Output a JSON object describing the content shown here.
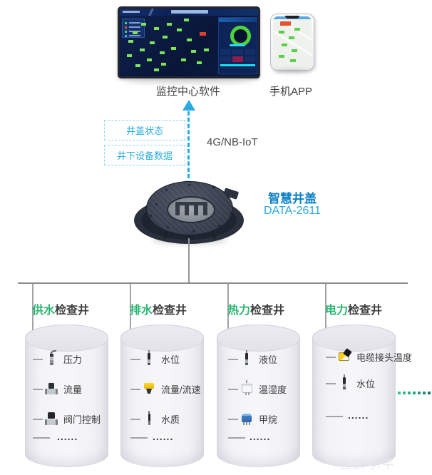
{
  "top": {
    "monitor_label": "监控中心软件",
    "phone_label": "手机APP"
  },
  "uplink": {
    "messages": [
      "井盖状态",
      "井下设备数据"
    ],
    "network": "4G/NB-IoT"
  },
  "device": {
    "name": "智慧井盖",
    "model": "DATA-2611"
  },
  "wells": [
    {
      "type": "供水",
      "suffix": "检查井",
      "sensors": [
        {
          "icon": "pressure-sensor-icon",
          "label": "压力"
        },
        {
          "icon": "flow-meter-icon",
          "label": "流量"
        },
        {
          "icon": "valve-control-icon",
          "label": "阀门控制"
        }
      ],
      "more": "......"
    },
    {
      "type": "排水",
      "suffix": "检查井",
      "sensors": [
        {
          "icon": "level-probe-icon",
          "label": "水位"
        },
        {
          "icon": "flow-velocity-icon",
          "label": "流量/流速"
        },
        {
          "icon": "quality-probe-icon",
          "label": "水质"
        }
      ],
      "more": "......"
    },
    {
      "type": "热力",
      "suffix": "检查井",
      "sensors": [
        {
          "icon": "level-probe-icon",
          "label": "液位"
        },
        {
          "icon": "temp-humidity-icon",
          "label": "温湿度"
        },
        {
          "icon": "methane-icon",
          "label": "甲烷"
        }
      ],
      "more": "......"
    },
    {
      "type": "电力",
      "suffix": "检查井",
      "sensors": [
        {
          "icon": "cable-temp-icon",
          "label": "电缆接头温度"
        },
        {
          "icon": "level-probe-icon",
          "label": "水位"
        }
      ],
      "more": "......"
    }
  ],
  "colors": {
    "accent_blue": "#29ABE2",
    "brand_green": "#2BB673",
    "device_name_blue": "#0D81C4",
    "device_model_blue": "#2AA6DF",
    "connector_gray": "#8C8C8C"
  },
  "watermark": {
    "text": "百家号/平"
  }
}
